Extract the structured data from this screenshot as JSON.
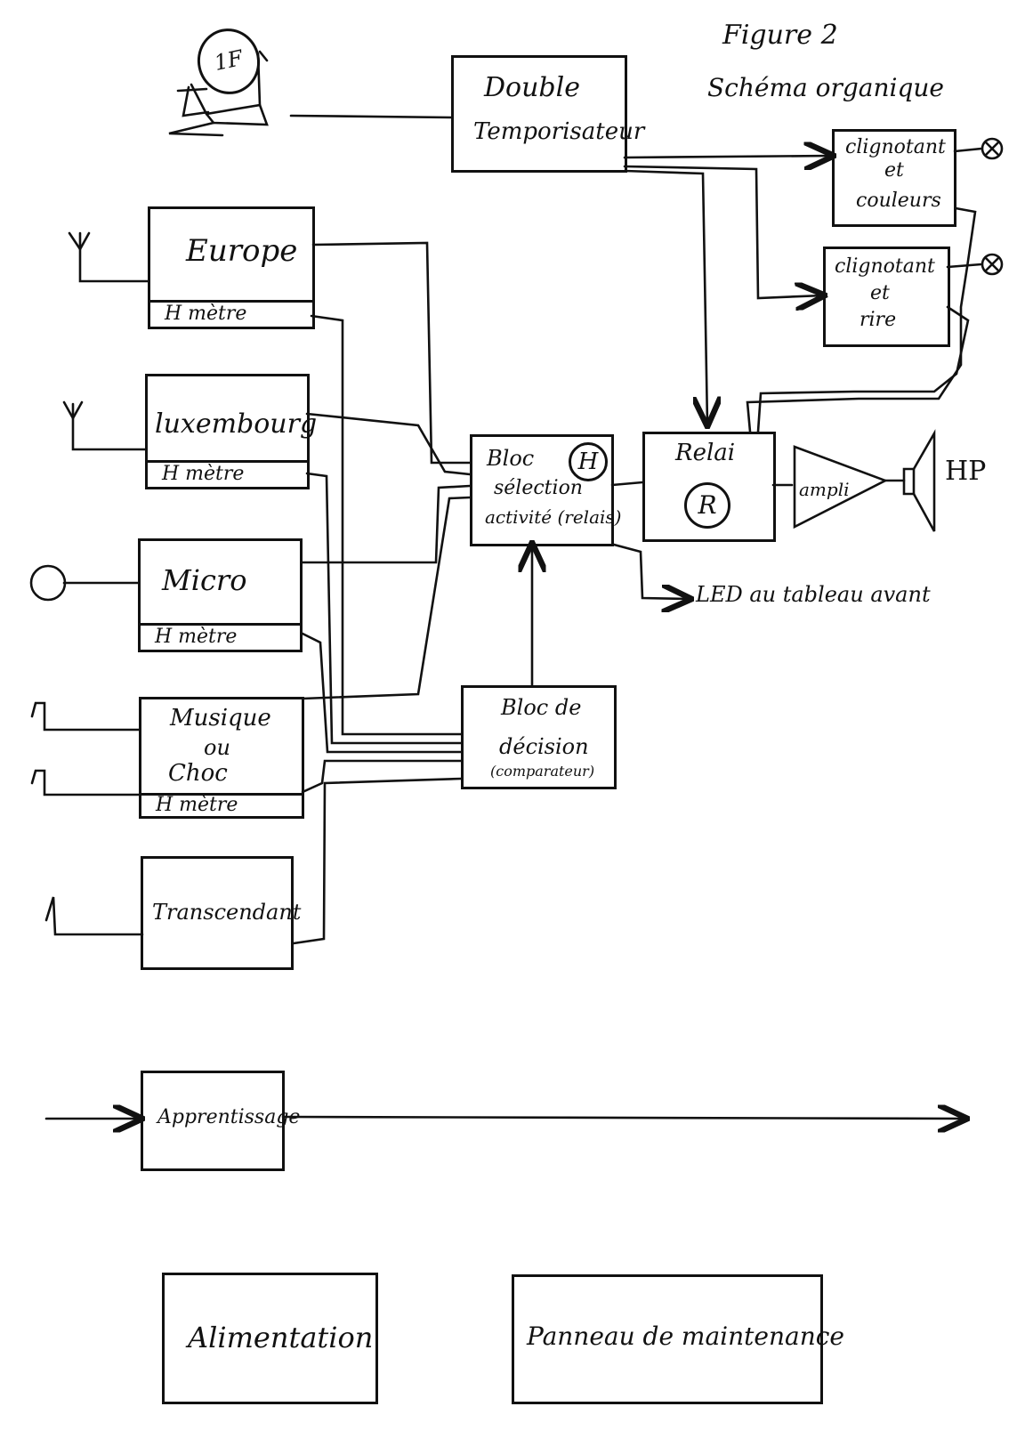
{
  "figure": {
    "title": "Figure 2",
    "subtitle": "Schéma organique"
  },
  "coin": {
    "label": "1F"
  },
  "blocks": {
    "double_temporisateur": {
      "line1": "Double",
      "line2": "Temporisateur"
    },
    "clignotant_couleurs": {
      "line1": "clignotant",
      "line2": "et",
      "line3": "couleurs"
    },
    "clignotant_rire": {
      "line1": "clignotant",
      "line2": "et",
      "line3": "rire"
    },
    "europe": {
      "label": "Europe",
      "sub": "H mètre"
    },
    "luxembourg": {
      "label": "luxembourg",
      "sub": "H mètre"
    },
    "micro": {
      "label": "Micro",
      "sub": "H mètre"
    },
    "musique_choc": {
      "line1": "Musique",
      "line2": "ou",
      "line3": "Choc",
      "sub": "H mètre"
    },
    "transcendant": {
      "label": "Transcendant"
    },
    "bloc_selection": {
      "line1": "Bloc",
      "line2": "sélection",
      "line3": "activité (relais)",
      "badge": "H"
    },
    "relai": {
      "label": "Relai",
      "badge": "R"
    },
    "ampli": {
      "label": "ampli"
    },
    "hp": {
      "label": "HP"
    },
    "bloc_decision": {
      "line1": "Bloc de",
      "line2": "décision",
      "line3": "(comparateur)"
    },
    "led": {
      "label": "LED au tableau avant"
    },
    "apprentissage": {
      "label": "Apprentissage"
    },
    "alimentation": {
      "label": "Alimentation"
    },
    "panneau": {
      "label": "Panneau de maintenance"
    }
  }
}
